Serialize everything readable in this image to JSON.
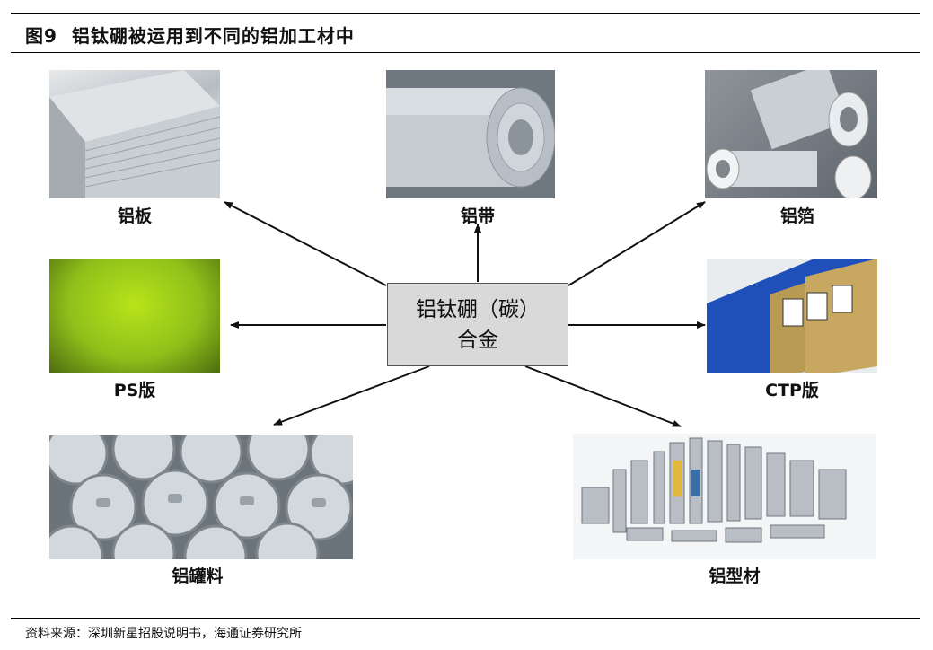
{
  "figure": {
    "number": "图9",
    "title": "铝钛硼被运用到不同的铝加工材中"
  },
  "center": {
    "line1": "铝钛硼（碳）",
    "line2": "合金"
  },
  "products": [
    {
      "id": "sheet",
      "label": "铝板"
    },
    {
      "id": "strip",
      "label": "铝带"
    },
    {
      "id": "foil",
      "label": "铝箔"
    },
    {
      "id": "ps",
      "label": "PS版"
    },
    {
      "id": "ctp",
      "label": "CTP版"
    },
    {
      "id": "can",
      "label": "铝罐料"
    },
    {
      "id": "profile",
      "label": "铝型材"
    }
  ],
  "source": "资料来源：深圳新星招股说明书，海通证券研究所"
}
